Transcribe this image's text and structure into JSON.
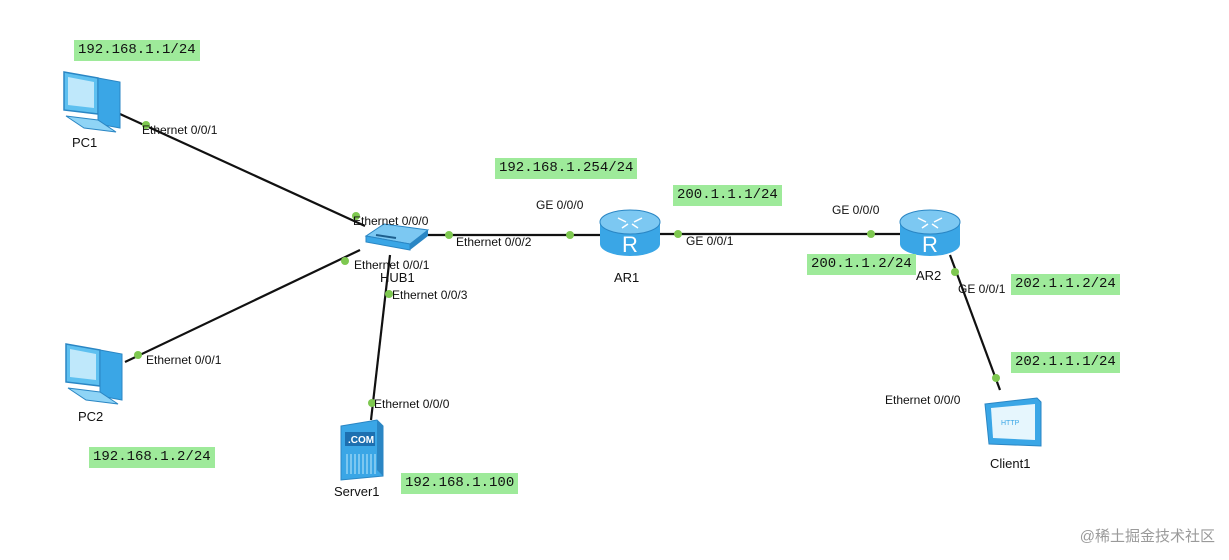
{
  "devices": {
    "pc1": "PC1",
    "pc2": "PC2",
    "hub1": "HUB1",
    "server1": "Server1",
    "ar1": "AR1",
    "ar2": "AR2",
    "client1": "Client1"
  },
  "ports": {
    "pc1_eth": "Ethernet 0/0/1",
    "hub_eth0": "Ethernet 0/0/0",
    "hub_eth1": "Ethernet 0/0/1",
    "hub_eth2": "Ethernet 0/0/2",
    "hub_eth3": "Ethernet 0/0/3",
    "pc2_eth": "Ethernet 0/0/1",
    "server_eth": "Ethernet 0/0/0",
    "ar1_ge000": "GE 0/0/0",
    "ar1_ge001": "GE 0/0/1",
    "ar2_ge000": "GE 0/0/0",
    "ar2_ge001": "GE 0/0/1",
    "client_eth": "Ethernet 0/0/0"
  },
  "ips": {
    "pc1": "192.168.1.1/24",
    "pc2": "192.168.1.2/24",
    "server1": "192.168.1.100",
    "ar1_g0": "192.168.1.254/24",
    "ar1_g1": "200.1.1.1/24",
    "ar2_g0": "200.1.1.2/24",
    "ar2_g1": "202.1.1.2/24",
    "client1": "202.1.1.1/24"
  },
  "server_screen_text": ".COM",
  "client_screen_text": "HTTP",
  "router_glyph": "R",
  "watermark": "@稀土掘金技术社区",
  "colors": {
    "ip_label_bg": "#9eea9a",
    "port_dot": "#7ec850",
    "link": "#111111",
    "device_blue": "#3aa6e6",
    "watermark": "#9a9a9a"
  }
}
